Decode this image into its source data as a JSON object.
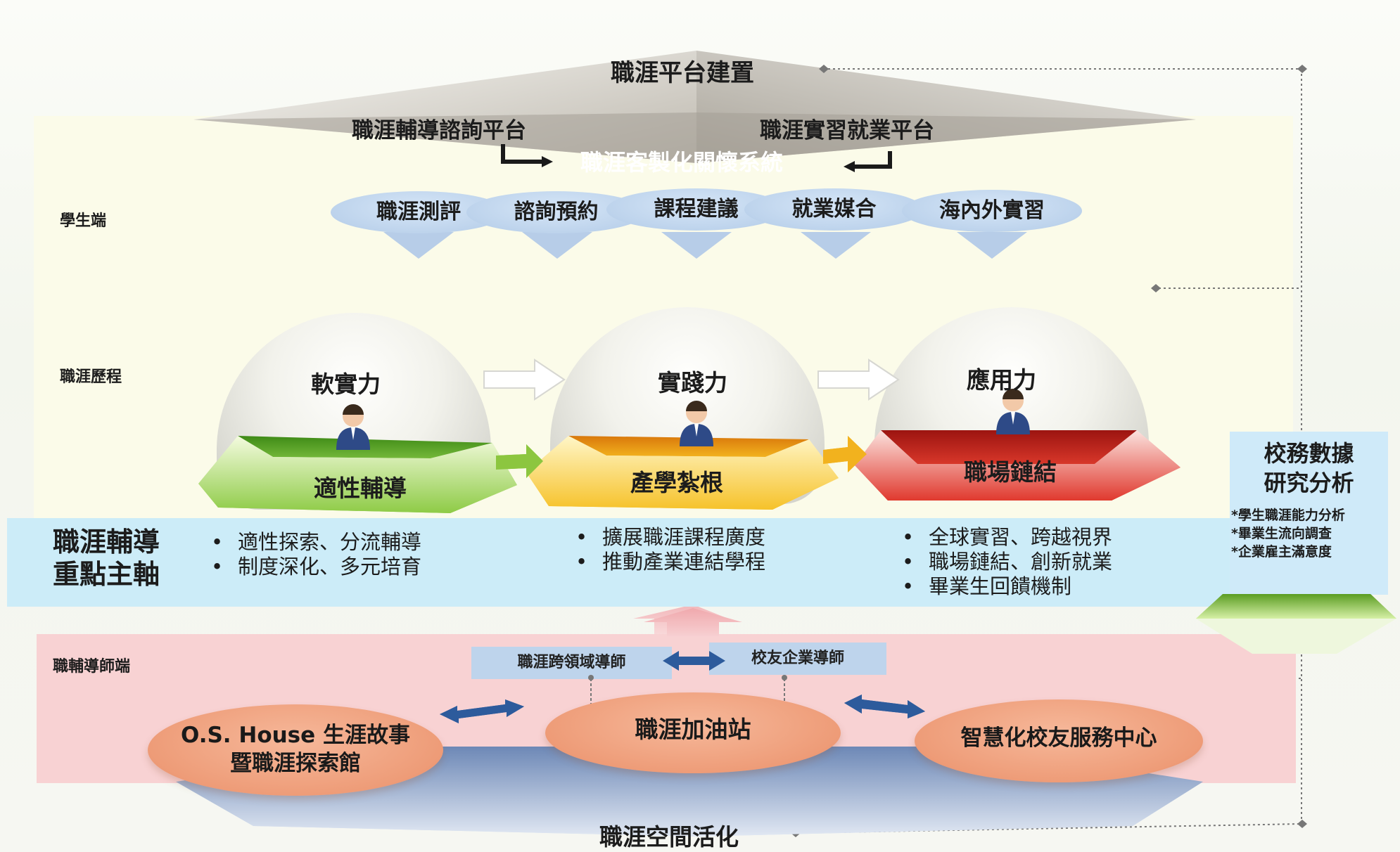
{
  "platform": {
    "title": "職涯平台建置",
    "left": "職涯輔導諮詢平台",
    "right": "職涯實習就業平台",
    "system": "職涯客製化關懷系統"
  },
  "student": {
    "label": "學生端",
    "items": [
      "職涯測評",
      "諮詢預約",
      "課程建議",
      "就業媒合",
      "海內外實習"
    ]
  },
  "journey": {
    "label": "職涯歷程",
    "stages": [
      {
        "power": "軟實力",
        "base": "適性輔導",
        "color": "#7fbf3a"
      },
      {
        "power": "實踐力",
        "base": "產學紮根",
        "color": "#f2b21e"
      },
      {
        "power": "應用力",
        "base": "職場鏈結",
        "color": "#e0392e"
      }
    ]
  },
  "axis": {
    "title_line1": "職涯輔導",
    "title_line2": "重點主軸",
    "groups": [
      [
        "適性探索、分流輔導",
        "制度深化、多元培育"
      ],
      [
        "擴展職涯課程廣度",
        "推動產業連結學程"
      ],
      [
        "全球實習、跨越視界",
        "職場鏈結、創新就業",
        "畢業生回饋機制"
      ]
    ]
  },
  "data_analysis": {
    "title_line1": "校務數據",
    "title_line2": "研究分析",
    "items": [
      "*學生職涯能力分析",
      "*畢業生流向調查",
      "*企業雇主滿意度"
    ]
  },
  "mentor": {
    "label": "職輔導師端",
    "cross_domain": "職涯跨領域導師",
    "alumni": "校友企業導師",
    "center": "職涯加油站",
    "left_line1": "O.S. House 生涯故事",
    "left_line2": "暨職涯探索館",
    "right": "智慧化校友服務中心"
  },
  "space": {
    "title": "職涯空間活化"
  }
}
